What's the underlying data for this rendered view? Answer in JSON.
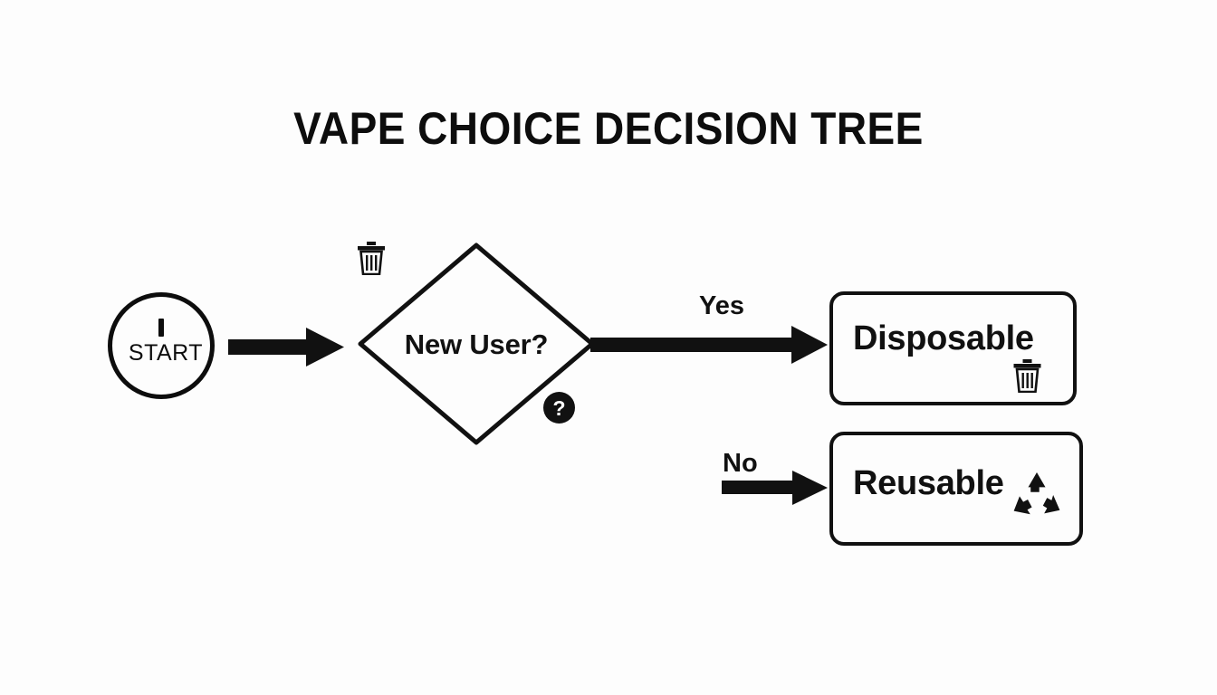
{
  "diagram": {
    "title": "VAPE CHOICE DECISION TREE",
    "background_color": "#fdfdfd",
    "line_color": "#111111",
    "type": "decision-tree-flowchart",
    "nodes": {
      "start": {
        "label": "START",
        "shape": "circle",
        "tick_icon": "power-tick-icon"
      },
      "decision": {
        "label": "New User?",
        "shape": "diamond",
        "trash_icon": "trash-icon",
        "help_icon": "question-mark-badge-icon",
        "help_glyph": "?"
      },
      "disposable": {
        "label": "Disposable",
        "shape": "rounded-rectangle",
        "icon": "trash-icon"
      },
      "reusable": {
        "label": "Reusable",
        "shape": "rounded-rectangle",
        "icon": "recycle-icon"
      }
    },
    "edges": {
      "start_to_decision": {
        "label": ""
      },
      "decision_to_disposable": {
        "label": "Yes"
      },
      "decision_to_reusable": {
        "label": "No"
      }
    }
  }
}
